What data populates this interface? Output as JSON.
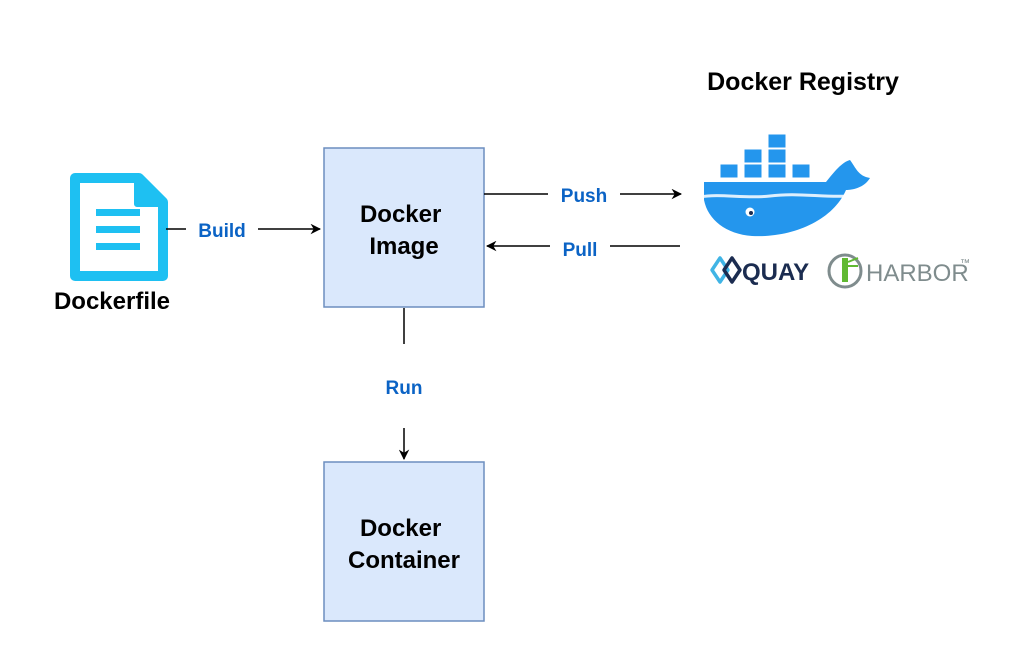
{
  "colors": {
    "box_fill": "#dae8fc",
    "box_stroke": "#6c8ebf",
    "edge": "#000000",
    "edge_label": "#0b63c5",
    "doc_icon": "#1ec0f2",
    "docker_blue": "#2496ed",
    "quay_teal": "#40b4e5",
    "quay_navy": "#1b2c50",
    "harbor_gray": "#7f8c8d",
    "harbor_green": "#60b932"
  },
  "nodes": {
    "dockerfile": {
      "label": "Dockerfile",
      "icon": "document-icon"
    },
    "image": {
      "line1": "Docker",
      "line2": "Image"
    },
    "container": {
      "line1": "Docker",
      "line2": "Container"
    },
    "registry": {
      "title": "Docker Registry",
      "logos": {
        "docker": "docker-whale-logo",
        "quay": "QUAY",
        "harbor": "HARBOR",
        "harbor_tm": "™"
      }
    }
  },
  "edges": {
    "build": "Build",
    "push": "Push",
    "pull": "Pull",
    "run": "Run"
  }
}
